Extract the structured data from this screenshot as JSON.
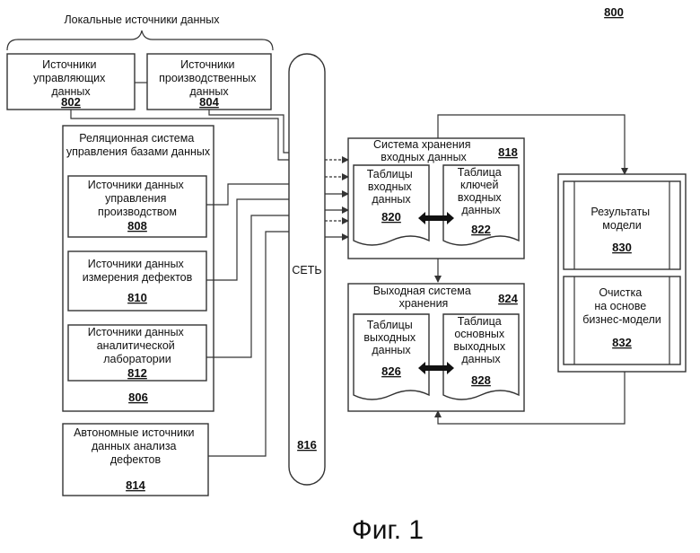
{
  "figure_number": "800",
  "caption": "Фиг. 1",
  "local_sources": {
    "label": "Локальные источники данных",
    "control": {
      "lines": [
        "Источники",
        "управляющих",
        "данных"
      ],
      "num": "802"
    },
    "production": {
      "lines": [
        "Источники",
        "производственных",
        "данных"
      ],
      "num": "804"
    }
  },
  "rdbms": {
    "lines": [
      "Реляционная система",
      "управления базами данных"
    ],
    "num": "806",
    "sources": [
      {
        "lines": [
          "Источники данных",
          "управления",
          "производством"
        ],
        "num": "808"
      },
      {
        "lines": [
          "Источники данных",
          "измерения дефектов"
        ],
        "num": "810"
      },
      {
        "lines": [
          "Источники данных",
          "аналитической",
          "лаборатории"
        ],
        "num": "812"
      }
    ]
  },
  "offline": {
    "lines": [
      "Автономные источники",
      "данных анализа",
      "дефектов"
    ],
    "num": "814"
  },
  "network": {
    "label": "СЕТЬ",
    "num": "816"
  },
  "input_storage": {
    "lines": [
      "Система хранения",
      "входных данных"
    ],
    "num": "818",
    "tables": {
      "lines": [
        "Таблицы",
        "входных",
        "данных"
      ],
      "num": "820"
    },
    "key_table": {
      "lines": [
        "Таблица",
        "ключей",
        "входных",
        "данных"
      ],
      "num": "822"
    }
  },
  "output_storage": {
    "lines": [
      "Выходная система",
      "хранения"
    ],
    "num": "824",
    "tables": {
      "lines": [
        "Таблицы",
        "выходных",
        "данных"
      ],
      "num": "826"
    },
    "main_table": {
      "lines": [
        "Таблица",
        "основных",
        "выходных",
        "данных"
      ],
      "num": "828"
    }
  },
  "model": {
    "results": {
      "lines": [
        "Результаты",
        "модели"
      ],
      "num": "830"
    },
    "cleaning": {
      "lines": [
        "Очистка",
        "на основе",
        "бизнес-модели"
      ],
      "num": "832"
    }
  }
}
